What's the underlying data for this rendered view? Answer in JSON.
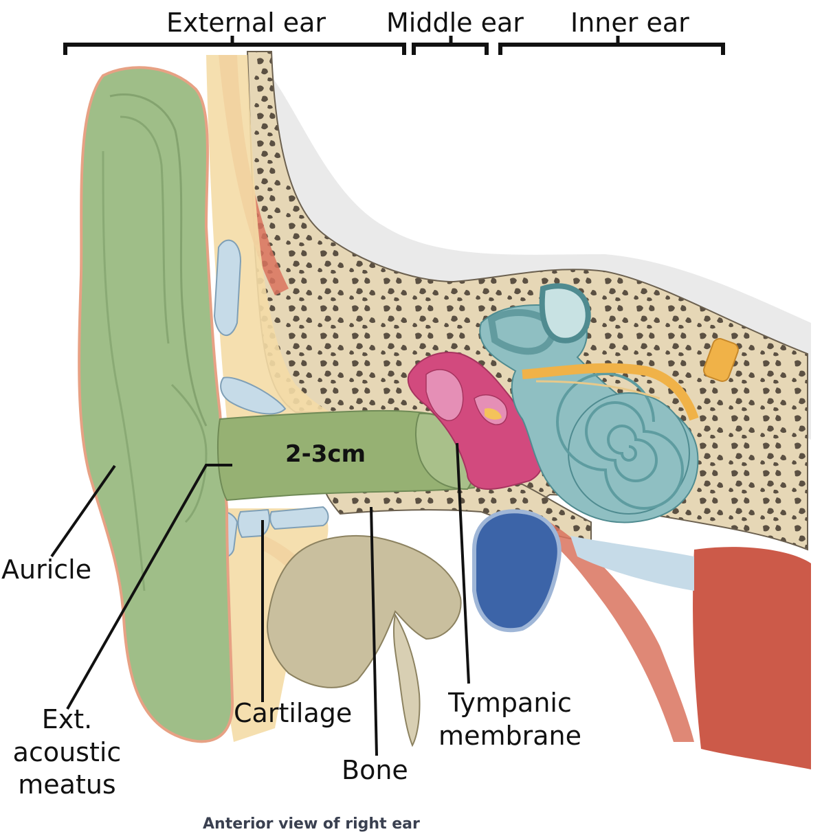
{
  "regions": {
    "external": "External ear",
    "middle": "Middle ear",
    "inner": "Inner ear"
  },
  "measurement": "2-3cm",
  "labels": {
    "auricle": "Auricle",
    "ext_line1": "Ext.",
    "ext_line2": "acoustic",
    "ext_line3": "meatus",
    "cartilage": "Cartilage",
    "bone": "Bone",
    "tympanic_line1": "Tympanic",
    "tympanic_line2": "membrane"
  },
  "caption": "Anterior view of right ear",
  "colors": {
    "auricle_green": "#9fbe88",
    "canal_green": "#96b173",
    "bone_beige": "#e8dcc0",
    "bone_dark": "#5b5042",
    "middle_ear_pink": "#d24a7e",
    "cochlea_teal": "#8fbfc2",
    "artery_blue": "#3c64a8",
    "muscle_red": "#d9735e",
    "nerve_yellow": "#f0b248",
    "cartilage_blue": "#c6dbe8",
    "skin_shadow": "#b9b9b9"
  }
}
